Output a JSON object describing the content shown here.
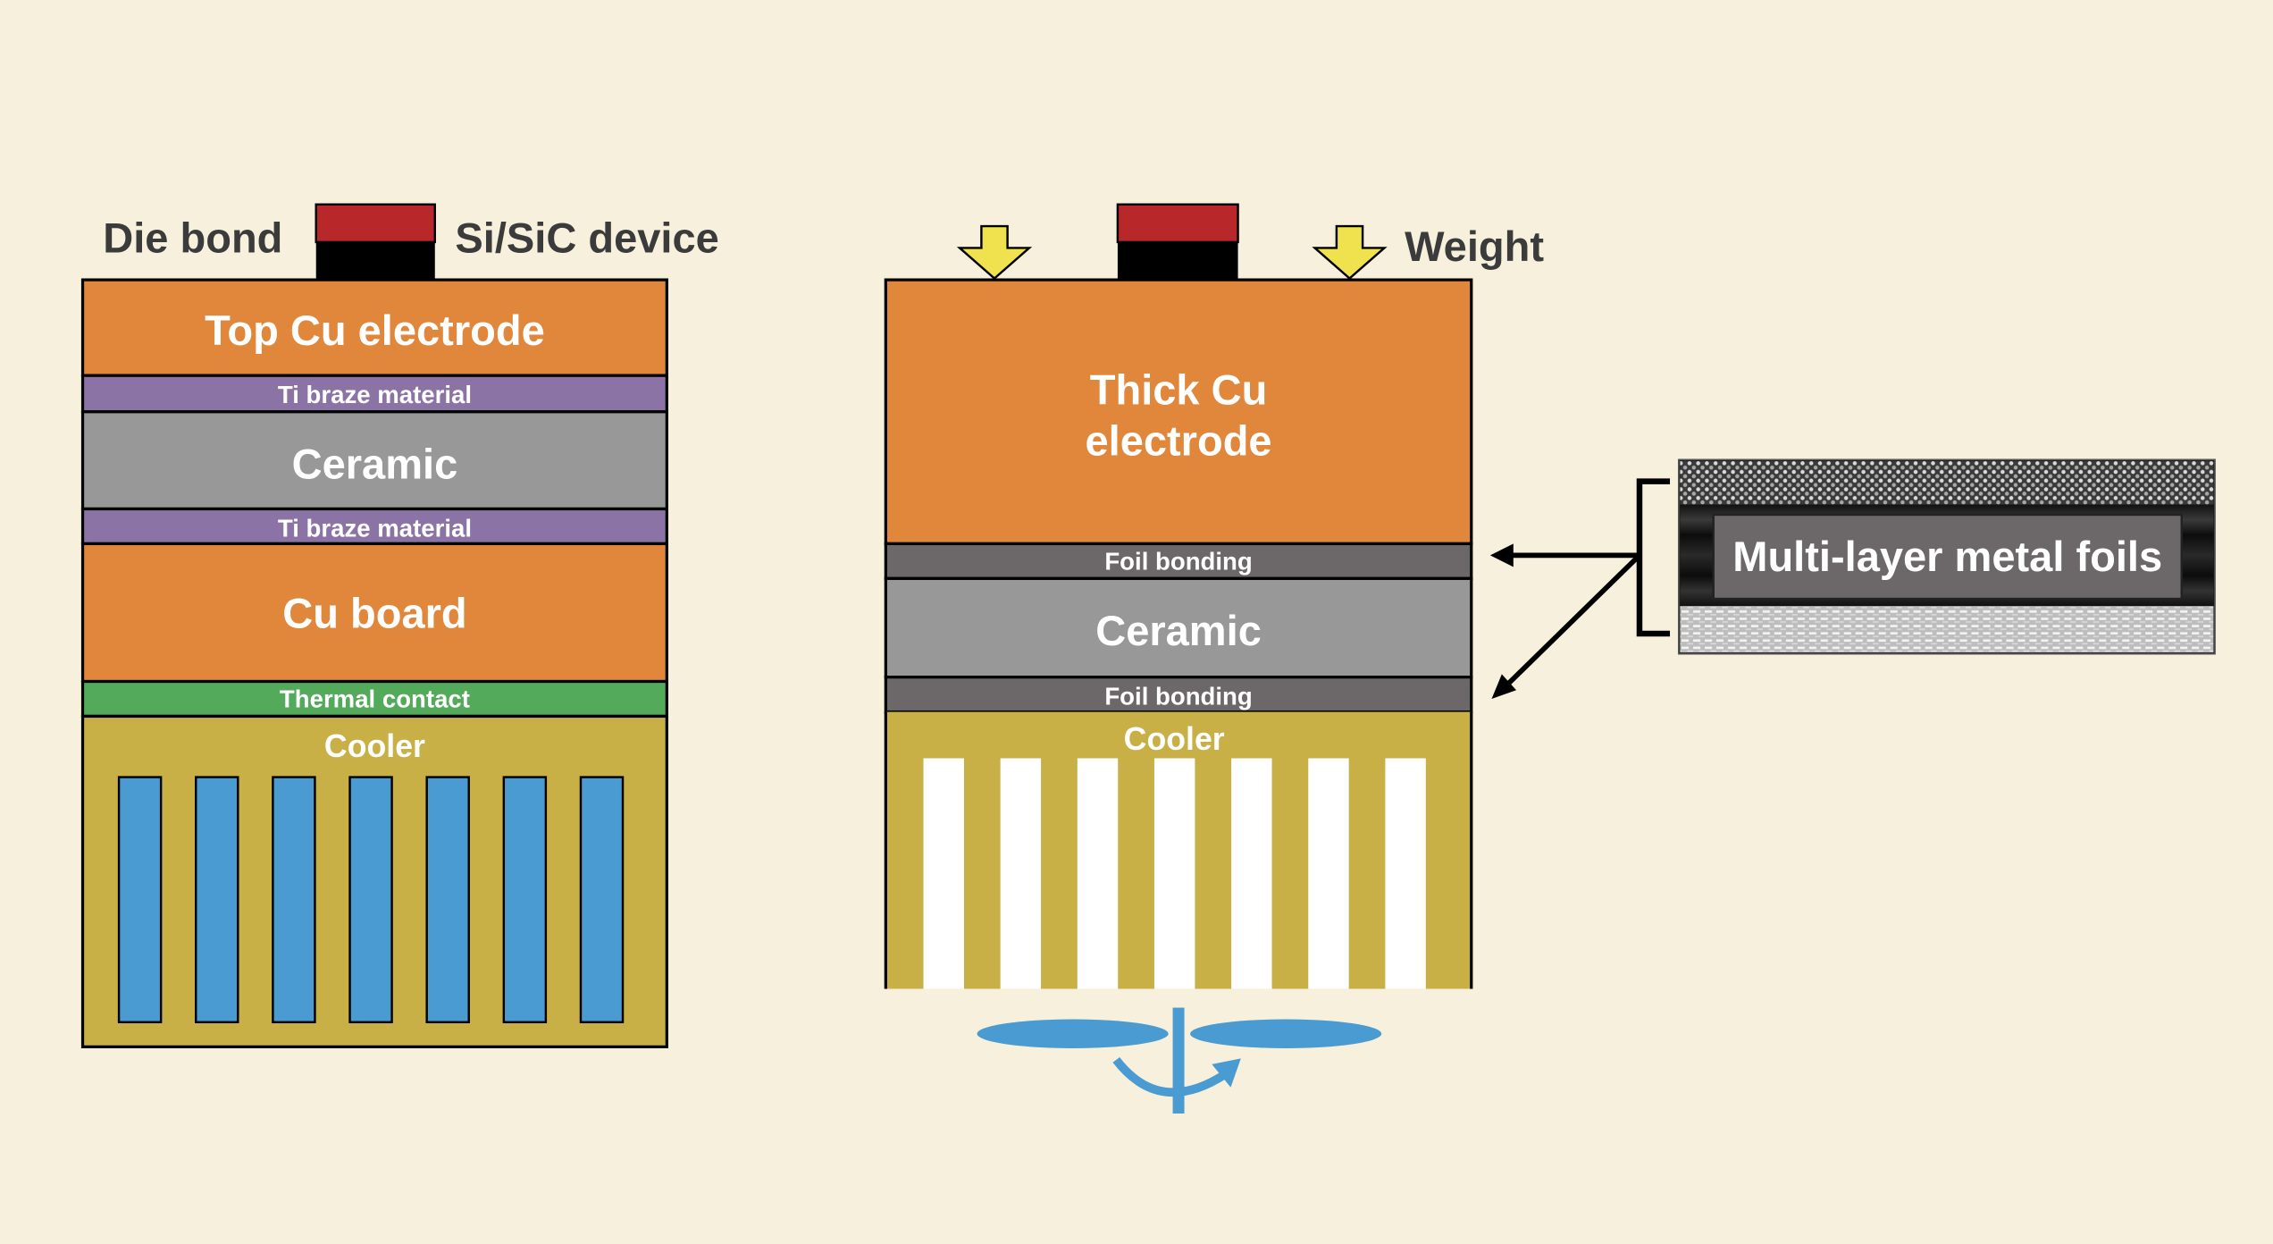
{
  "colors": {
    "background": "#F7F0DC",
    "copper": "#E0873B",
    "ti_braze": "#8B73A6",
    "ceramic": "#989898",
    "thermal_contact": "#53AA5B",
    "cooler": "#C8AF46",
    "coolant_channel": "#4A9BD2",
    "foil_bonding": "#6C6869",
    "device_top": "#B8272A",
    "die_bond": "#000000",
    "weight_arrow": "#F0E24E",
    "fan": "#4A9BD2",
    "label_dark": "#3B3B3B"
  },
  "left_diagram": {
    "die_bond_label": "Die bond",
    "device_label": "Si/SiC device",
    "layers": [
      {
        "name": "top-cu-electrode",
        "label": "Top Cu electrode"
      },
      {
        "name": "ti-braze-upper",
        "label": "Ti braze material"
      },
      {
        "name": "ceramic",
        "label": "Ceramic"
      },
      {
        "name": "ti-braze-lower",
        "label": "Ti braze material"
      },
      {
        "name": "cu-board",
        "label": "Cu board"
      },
      {
        "name": "thermal-contact",
        "label": "Thermal contact"
      },
      {
        "name": "cooler",
        "label": "Cooler"
      }
    ],
    "coolant_channel_count": 7
  },
  "right_diagram": {
    "weight_label": "Weight",
    "layers": [
      {
        "name": "thick-cu-electrode",
        "label_line1": "Thick Cu",
        "label_line2": "electrode"
      },
      {
        "name": "foil-bonding-upper",
        "label": "Foil bonding"
      },
      {
        "name": "ceramic",
        "label": "Ceramic"
      },
      {
        "name": "foil-bonding-lower",
        "label": "Foil bonding"
      },
      {
        "name": "cooler",
        "label": "Cooler"
      }
    ],
    "fin_count": 7,
    "fan_icon": "fan-icon"
  },
  "inset": {
    "label": "Multi-layer metal foils",
    "image_description": "cross-section micrograph of multi-layer metal foils"
  }
}
